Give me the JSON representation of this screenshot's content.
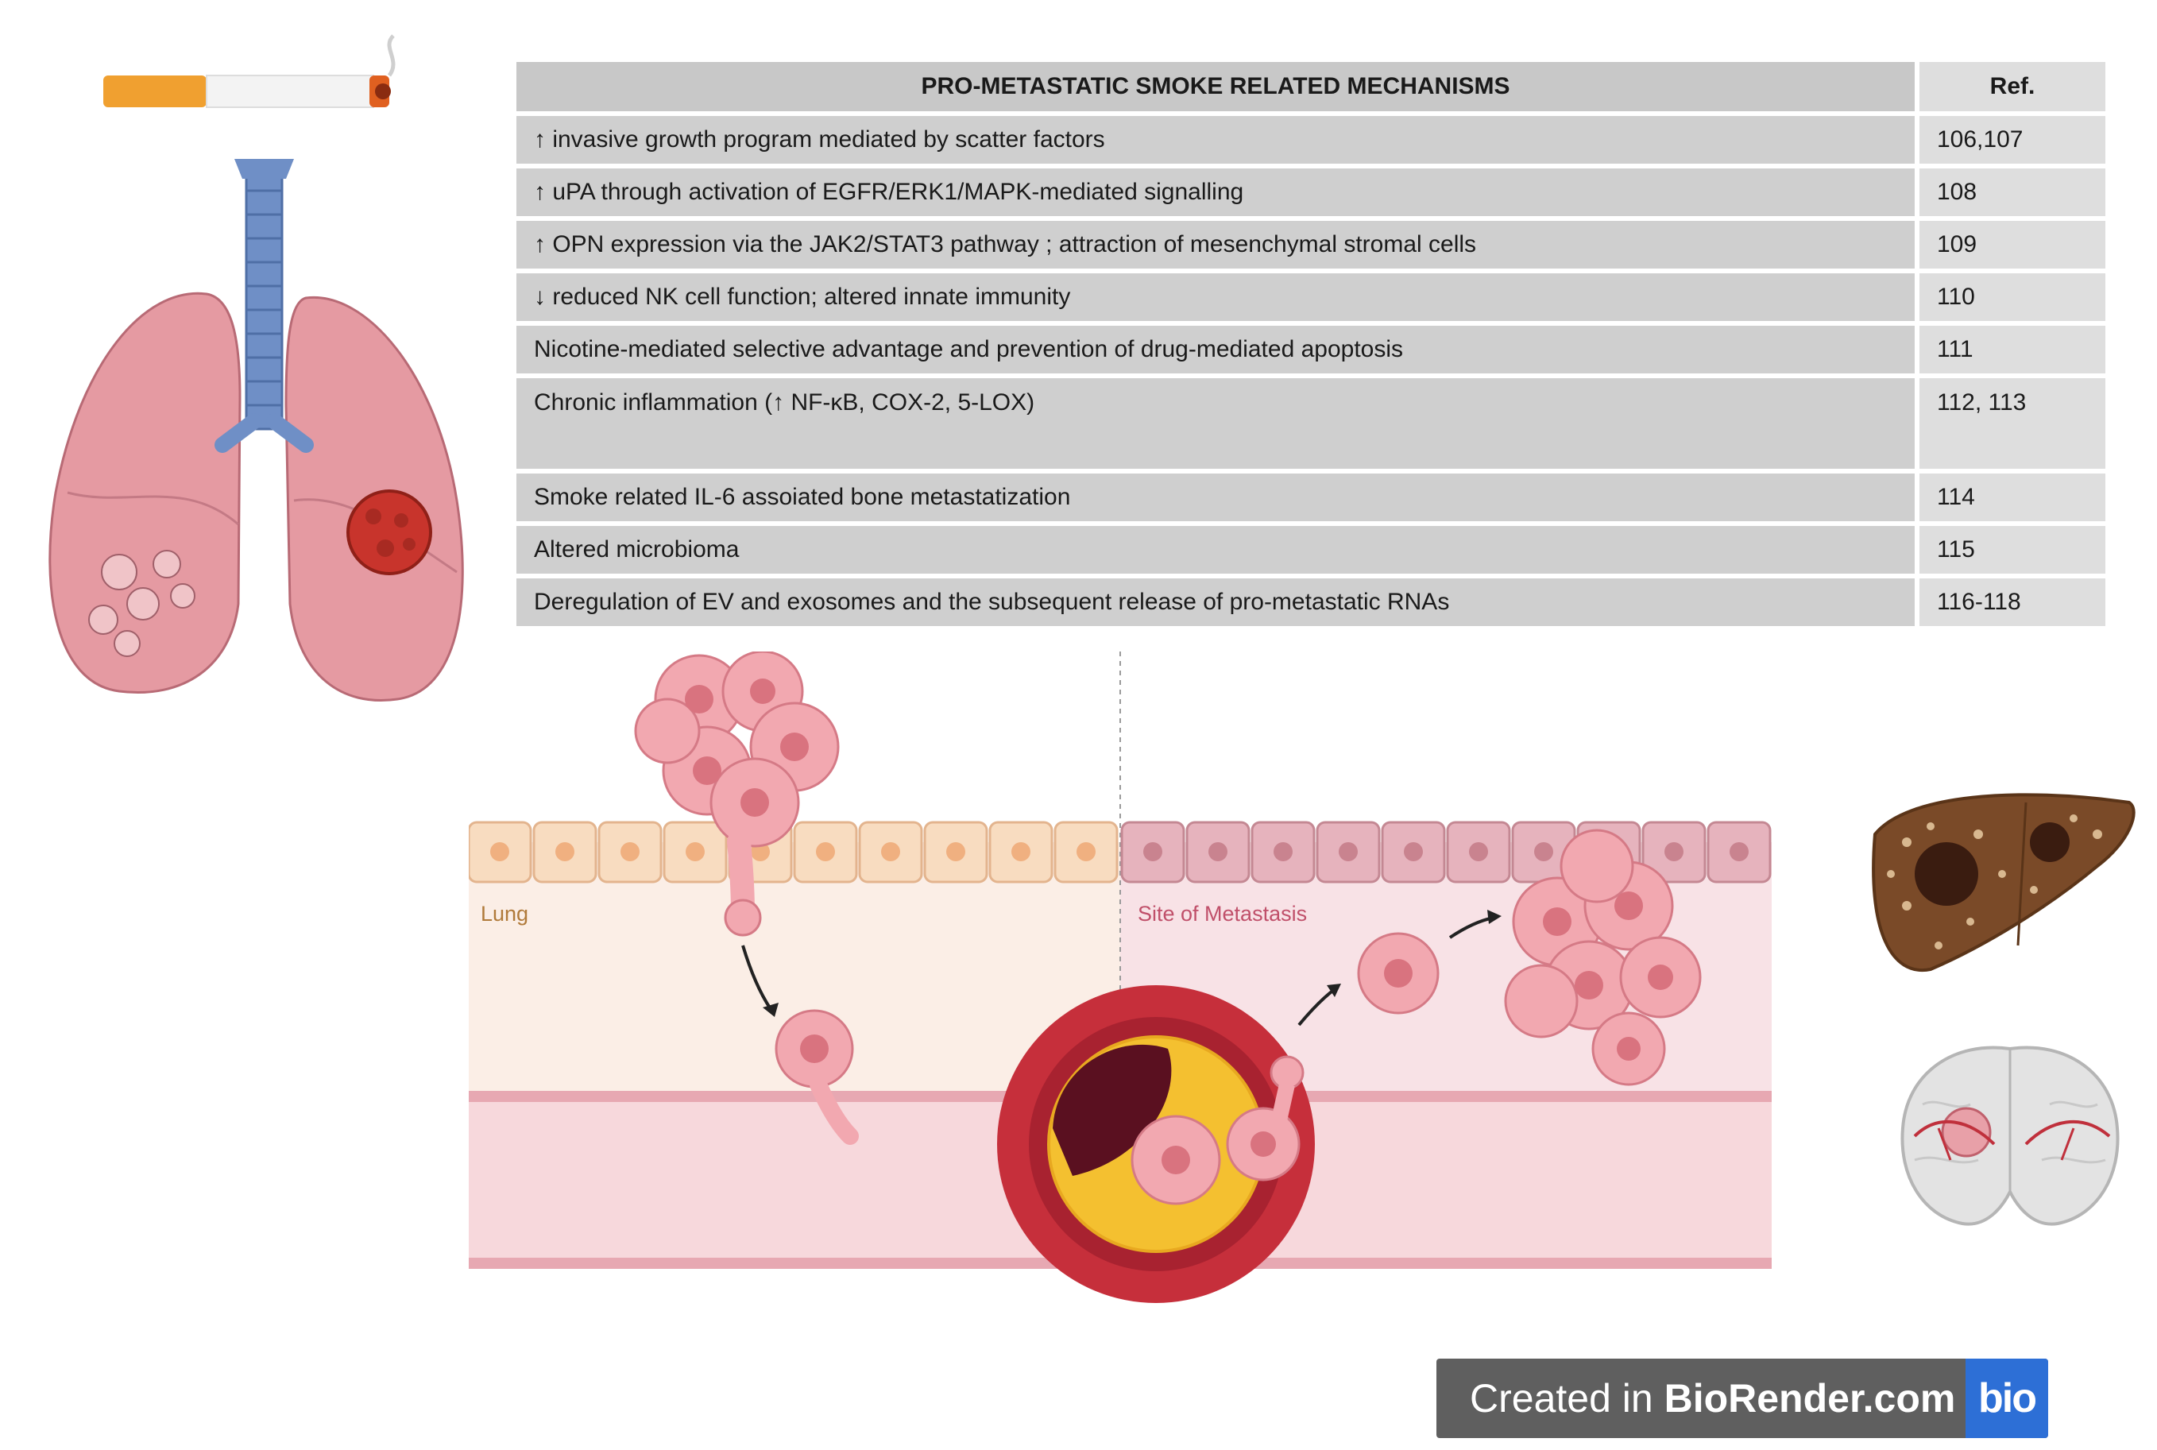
{
  "table": {
    "header": {
      "mechanism": "PRO-METASTATIC SMOKE RELATED MECHANISMS",
      "ref": "Ref."
    },
    "rows": [
      {
        "mechanism": "↑ invasive growth  program mediated by scatter factors",
        "ref": "106,107"
      },
      {
        "mechanism": "↑ uPA through activation of EGFR/ERK1/MAPK-mediated signalling",
        "ref": "108"
      },
      {
        "mechanism": "↑ OPN expression via the JAK2/STAT3 pathway ; attraction of  mesenchymal stromal cells",
        "ref": "109"
      },
      {
        "mechanism": "↓ reduced NK cell function; altered innate immunity",
        "ref": "110"
      },
      {
        "mechanism": "Nicotine-mediated selective advantage and prevention of  drug-mediated apoptosis",
        "ref": "111"
      },
      {
        "mechanism": "Chronic inflammation (↑ NF-κB, COX-2,  5-LOX)",
        "ref": "112, 113"
      },
      {
        "mechanism": "Smoke related IL-6 assoiated bone metastatization",
        "ref": "114"
      },
      {
        "mechanism": "Altered microbioma",
        "ref": "115"
      },
      {
        "mechanism": "Deregulation of EV and exosomes and the subsequent release of pro-metastatic RNAs",
        "ref": "116-118"
      }
    ]
  },
  "labels": {
    "lung": "Lung",
    "metastasis_site": "Site of Metastasis"
  },
  "footer": {
    "created_in": "Created in ",
    "brand": "BioRender.com",
    "logo": "bio"
  },
  "colors": {
    "table_bg": "#cfcfcf",
    "ref_bg": "#dedede",
    "lung_tissue": "#f8dcc0",
    "metastasis_tissue": "#e6b3bd",
    "vessel_red": "#c62f3b",
    "tumor_pink": "#f2a8b0",
    "badge_bg": "#5f5f5f",
    "badge_logo": "#2d6fd6"
  },
  "icons": [
    "cigarette-icon",
    "lungs-icon",
    "liver-icon",
    "brain-icon",
    "blood-vessel-icon",
    "tumor-cell-icon"
  ]
}
